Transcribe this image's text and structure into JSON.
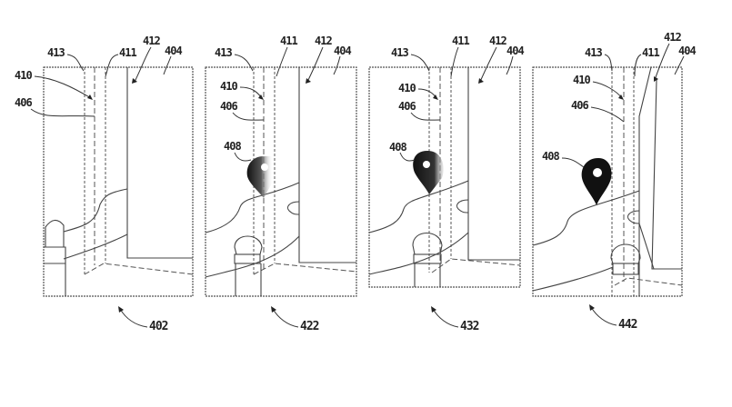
{
  "figure": {
    "panels": [
      {
        "id": "402",
        "caption": "402",
        "labels": {
          "l413": "413",
          "l411": "411",
          "l412": "412",
          "l404": "404",
          "l410": "410",
          "l406": "406"
        },
        "has_pin": false,
        "pin_label": ""
      },
      {
        "id": "422",
        "caption": "422",
        "labels": {
          "l413": "413",
          "l411": "411",
          "l412": "412",
          "l404": "404",
          "l410": "410",
          "l406": "406"
        },
        "has_pin": true,
        "pin_label": "408",
        "pin_style": "faded"
      },
      {
        "id": "432",
        "caption": "432",
        "labels": {
          "l413": "413",
          "l411": "411",
          "l412": "412",
          "l404": "404",
          "l410": "410",
          "l406": "406"
        },
        "has_pin": true,
        "pin_label": "408",
        "pin_style": "half-faded"
      },
      {
        "id": "442",
        "caption": "442",
        "labels": {
          "l413": "413",
          "l411": "411",
          "l412": "412",
          "l404": "404",
          "l410": "410",
          "l406": "406"
        },
        "has_pin": true,
        "pin_label": "408",
        "pin_style": "solid"
      }
    ]
  },
  "colors": {
    "line": "#444444",
    "pin": "#111111",
    "background": "#ffffff"
  }
}
